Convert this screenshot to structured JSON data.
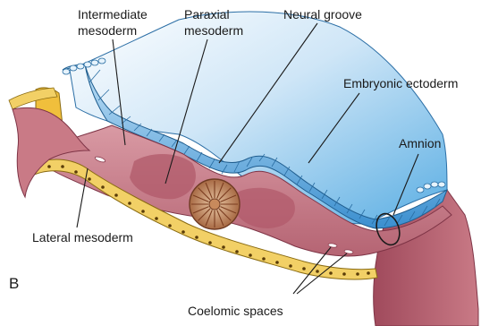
{
  "panel_label": "B",
  "labels": {
    "intermediate_line1": "Intermediate",
    "intermediate_line2": "mesoderm",
    "paraxial_line1": "Paraxial",
    "paraxial_line2": "mesoderm",
    "neural_groove": "Neural groove",
    "embryonic_ectoderm": "Embryonic ectoderm",
    "amnion": "Amnion",
    "lateral_mesoderm": "Lateral mesoderm",
    "coelomic_spaces": "Coelomic spaces"
  },
  "colors": {
    "ectoderm_blue": "#4a9fd8",
    "ectoderm_light": "#d6ecfa",
    "mesoderm_pink": "#c97a86",
    "mesoderm_dark": "#a2505f",
    "endoderm_yellow": "#e8b33a",
    "notochord_brown": "#9a5a3a"
  }
}
